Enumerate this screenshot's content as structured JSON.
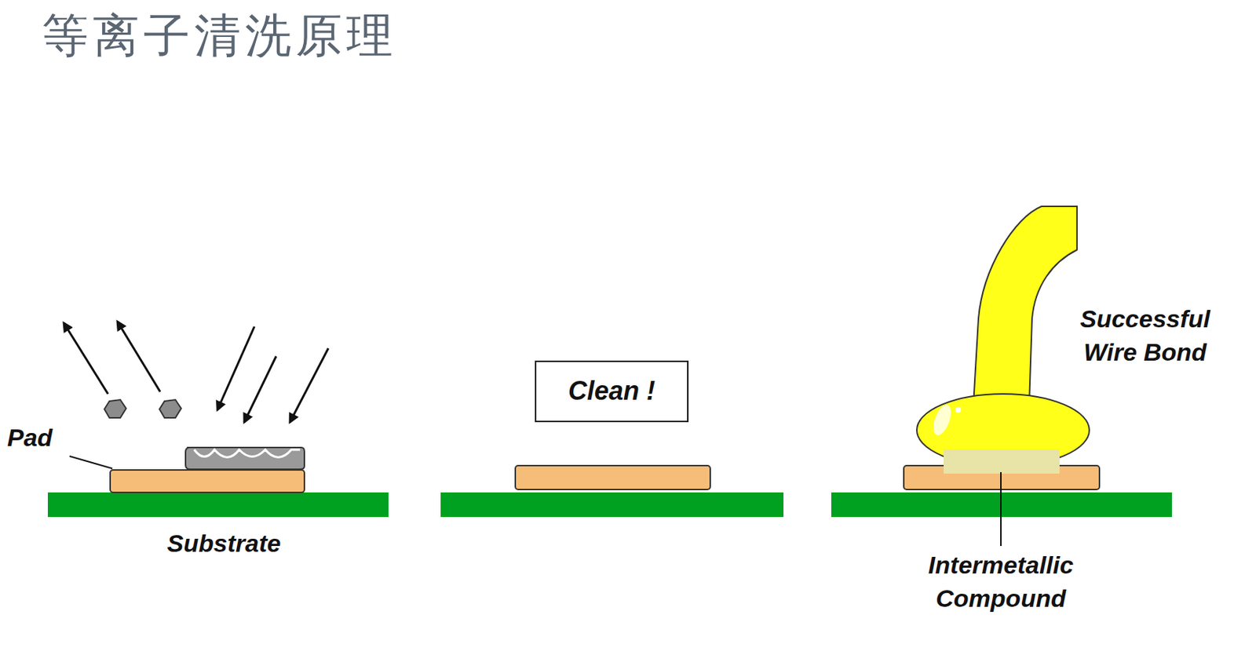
{
  "diagram": {
    "title": "等离子清洗原理",
    "nodes": [
      {
        "text": [
          "Clean !"
        ]
      }
    ],
    "labels": [
      "Pad",
      "Substrate",
      "Successful Wire Bond",
      "Intermetallic Compound"
    ]
  }
}
